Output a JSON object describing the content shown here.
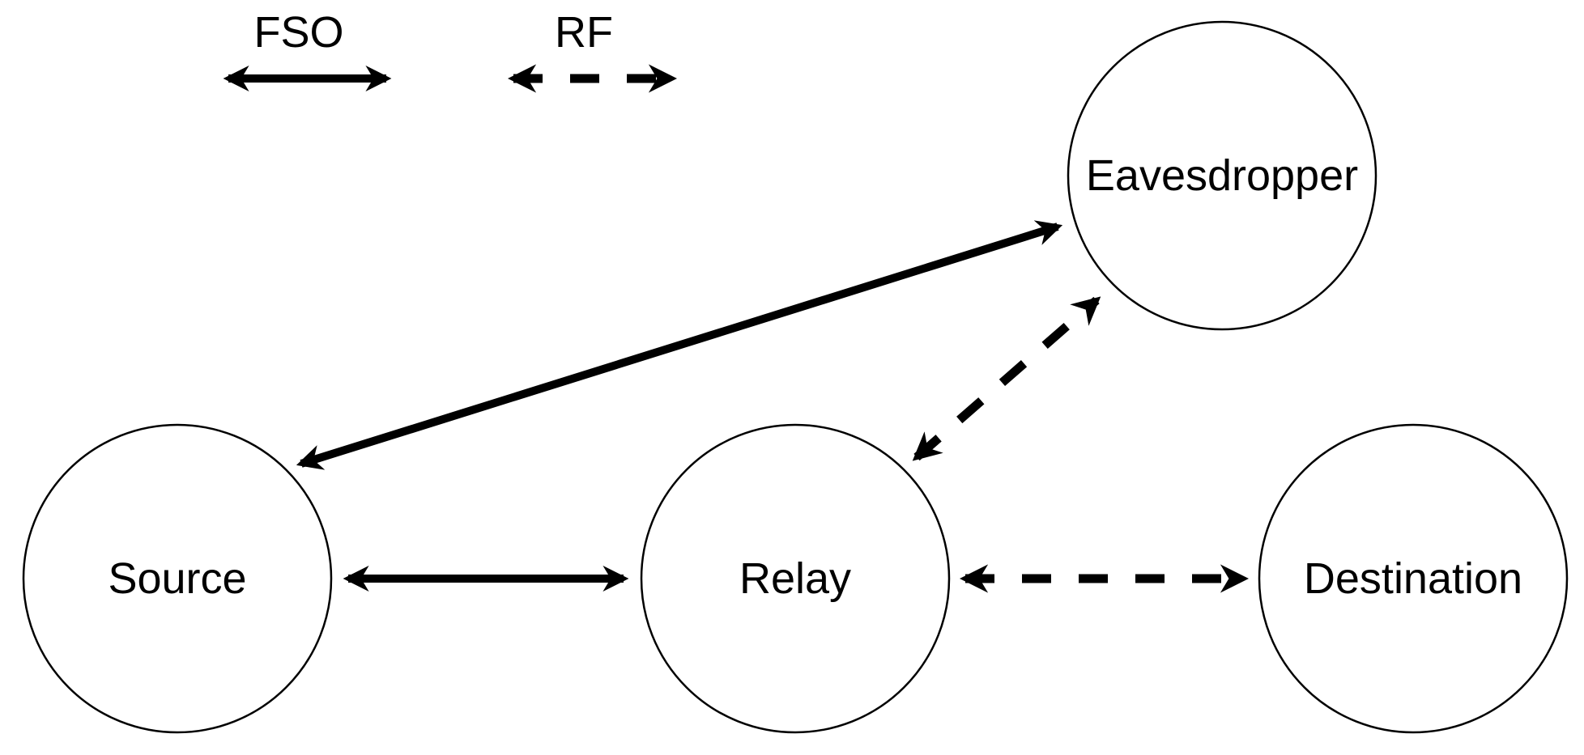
{
  "legend": {
    "fso_label": "FSO",
    "rf_label": "RF"
  },
  "nodes": {
    "source": "Source",
    "relay": "Relay",
    "destination": "Destination",
    "eavesdropper": "Eavesdropper"
  },
  "links": [
    {
      "from": "source",
      "to": "relay",
      "type": "FSO"
    },
    {
      "from": "source",
      "to": "eavesdropper",
      "type": "FSO"
    },
    {
      "from": "relay",
      "to": "destination",
      "type": "RF"
    },
    {
      "from": "relay",
      "to": "eavesdropper",
      "type": "RF"
    }
  ],
  "colors": {
    "line": "#000000",
    "node_fill": "#ffffff"
  }
}
